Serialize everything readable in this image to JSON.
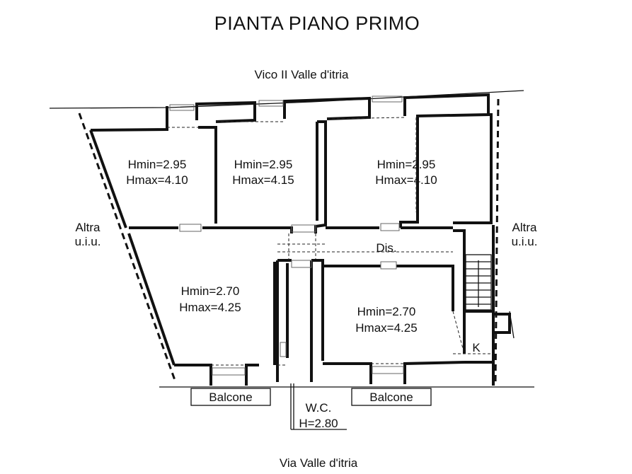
{
  "title": "PIANTA PIANO PRIMO",
  "streets": {
    "north": "Vico II Valle d'itria",
    "south": "Via Valle d'itria"
  },
  "neighbors": {
    "left": [
      "Altra",
      "u.i.u."
    ],
    "right": [
      "Altra",
      "u.i.u."
    ]
  },
  "rooms": [
    {
      "id": "room-1",
      "hmin": "Hmin=2.95",
      "hmax": "Hmax=4.10"
    },
    {
      "id": "room-2",
      "hmin": "Hmin=2.95",
      "hmax": "Hmax=4.15"
    },
    {
      "id": "room-3",
      "hmin": "Hmin=2.95",
      "hmax": "Hmax=4.10"
    },
    {
      "id": "room-4",
      "hmin": "Hmin=2.70",
      "hmax": "Hmax=4.25"
    },
    {
      "id": "room-5",
      "hmin": "Hmin=2.70",
      "hmax": "Hmax=4.25"
    }
  ],
  "disimpegno": "Dis.",
  "kitchen": "K",
  "wc": {
    "label": "W.C.",
    "height": "H=2.80"
  },
  "balconies": [
    "Balcone",
    "Balcone"
  ]
}
